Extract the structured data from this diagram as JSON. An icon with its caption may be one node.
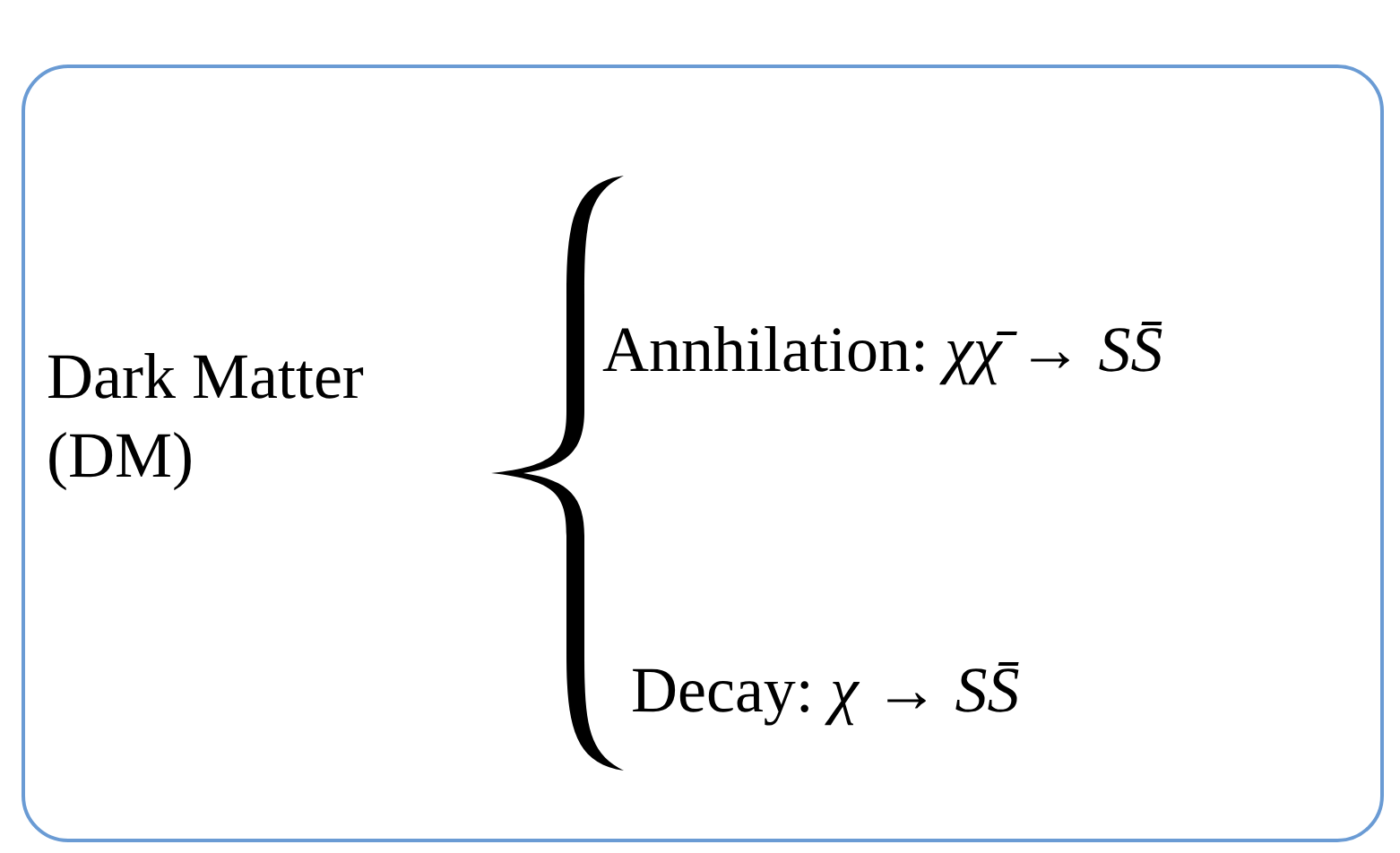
{
  "diagram": {
    "nodes": [
      {
        "text": [
          "Dark Matter (DM)",
          "Annhilation: *χχ̄* → *SS̄*",
          "Decay: *χ* → *SS̄*"
        ]
      },
      {
        "text": [],
        "shape": "brace",
        "in": 0
      }
    ]
  }
}
